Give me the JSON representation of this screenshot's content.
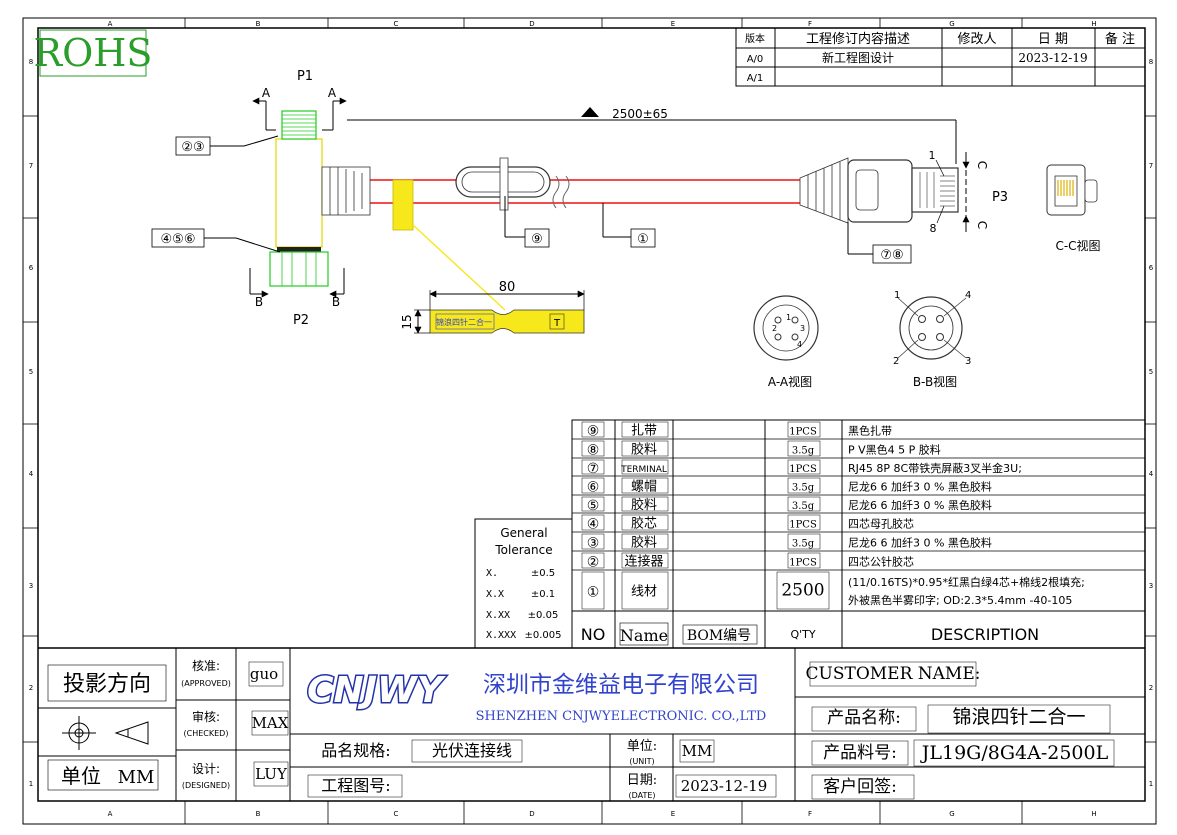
{
  "drawing": {
    "rohs": "ROHS",
    "grid_cols": [
      "A",
      "B",
      "C",
      "D",
      "E",
      "F",
      "G",
      "H"
    ],
    "grid_rows": [
      "8",
      "7",
      "6",
      "5",
      "4",
      "3",
      "2",
      "1"
    ],
    "p1": "P1",
    "p2": "P2",
    "p3": "P3",
    "sec_a": "A",
    "sec_b": "B",
    "sec_c": "C",
    "callout_23": "②③",
    "callout_456": "④⑤⑥",
    "callout_9": "⑨",
    "callout_1": "①",
    "callout_78": "⑦⑧",
    "dim_length": "2500±65",
    "dim_80": "80",
    "dim_15": "15",
    "label_text": "锦浪四针二合一",
    "label_mark": "T",
    "pin1": "1",
    "pin8": "8",
    "aa_view": "A-A视图",
    "bb_view": "B-B视图",
    "cc_view": "C-C视图",
    "aa_pins": [
      "1",
      "2",
      "3",
      "4"
    ],
    "bb_pins": [
      "1",
      "4",
      "2",
      "3"
    ]
  },
  "revision": {
    "headers": [
      "版本",
      "工程修订内容描述",
      "修改人",
      "日 期",
      "备 注"
    ],
    "rows": [
      [
        "A/0",
        "新工程图设计",
        "",
        "2023-12-19",
        ""
      ],
      [
        "A/1",
        "",
        "",
        "",
        ""
      ]
    ]
  },
  "tolerance": {
    "title1": "General",
    "title2": "Tolerance",
    "rows": [
      [
        "X.",
        "±0.5"
      ],
      [
        "X.X",
        "±0.1"
      ],
      [
        "X.XX",
        "±0.05"
      ],
      [
        "X.XXX",
        "±0.005"
      ]
    ]
  },
  "bom": {
    "header": {
      "no": "NO",
      "name": "Name",
      "code": "BOM编号",
      "qty": "Q'TY",
      "desc": "DESCRIPTION"
    },
    "rows": [
      {
        "no": "⑨",
        "name": "扎带",
        "code": "",
        "qty": "1PCS",
        "desc": "黑色扎带"
      },
      {
        "no": "⑧",
        "name": "胶料",
        "code": "",
        "qty": "3.5g",
        "desc": "P V黑色4 5 P 胶料"
      },
      {
        "no": "⑦",
        "name": "TERMINAL",
        "code": "",
        "qty": "1PCS",
        "desc": "RJ45 8P 8C带铁壳屏蔽3叉半金3U;"
      },
      {
        "no": "⑥",
        "name": "螺帽",
        "code": "",
        "qty": "3.5g",
        "desc": "尼龙6 6 加纤3 0 % 黑色胶料"
      },
      {
        "no": "⑤",
        "name": "胶料",
        "code": "",
        "qty": "3.5g",
        "desc": "尼龙6 6 加纤3 0 % 黑色胶料"
      },
      {
        "no": "④",
        "name": "胶芯",
        "code": "",
        "qty": "1PCS",
        "desc": "四芯母孔胶芯"
      },
      {
        "no": "③",
        "name": "胶料",
        "code": "",
        "qty": "3.5g",
        "desc": "尼龙6 6 加纤3 0 % 黑色胶料"
      },
      {
        "no": "②",
        "name": "连接器",
        "code": "",
        "qty": "1PCS",
        "desc": "四芯公针胶芯"
      },
      {
        "no": "①",
        "name": "线材",
        "code": "",
        "qty": "2500",
        "desc": "(11/0.16TS)*0.95*红黑白绿4芯+棉线2根填充;",
        "desc2": "外被黑色半雾印字; OD:2.3*5.4mm -40-105"
      }
    ]
  },
  "title_block": {
    "projection": "投影方向",
    "unit_label": "单位",
    "unit_value": "MM",
    "approved_cn": "核准:",
    "approved_en": "(APPROVED)",
    "approved_by": "guo",
    "checked_cn": "审核:",
    "checked_en": "(CHECKED)",
    "checked_by": "MAX",
    "designed_cn": "设计:",
    "designed_en": "(DESIGNED)",
    "designed_by": "LUY",
    "logo": "CNJWY",
    "company_cn": "深圳市金维益电子有限公司",
    "company_en": "SHENZHEN CNJWYELECTRONIC. CO.,LTD",
    "spec_label": "品名规格:",
    "spec_value": "光伏连接线",
    "project_label": "工程图号:",
    "unit2_cn": "单位:",
    "unit2_en": "(UNIT)",
    "unit2_value": "MM",
    "date_cn": "日期:",
    "date_en": "(DATE)",
    "date_value": "2023-12-19",
    "customer_label": "CUSTOMER NAME:",
    "product_name_label": "产品名称:",
    "product_name_value": "锦浪四针二合一",
    "part_no_label": "产品料号:",
    "part_no_value": "JL19G/8G4A-2500L",
    "approval_label": "客户回签:"
  }
}
